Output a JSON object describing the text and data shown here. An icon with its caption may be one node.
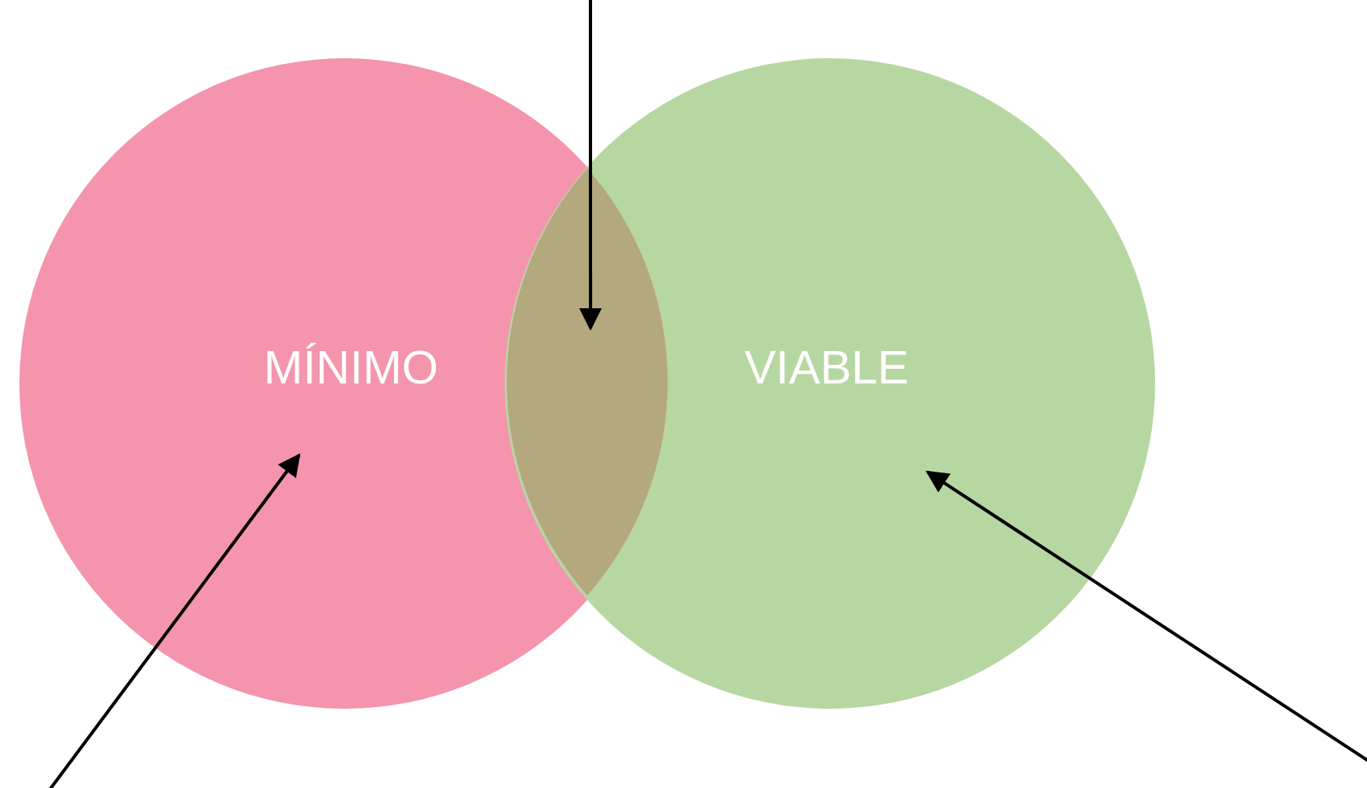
{
  "diagram": {
    "nodes": [
      {
        "text": [
          "MÍNIMO"
        ]
      },
      {
        "text": [
          "VIABLE"
        ]
      },
      {
        "text": [],
        "shape": "lens"
      }
    ],
    "edges": [
      {
        "from": null,
        "to": 2,
        "arrow": "to"
      },
      {
        "from": null,
        "to": 0,
        "arrow": "to"
      },
      {
        "from": null,
        "to": 1,
        "arrow": "to"
      }
    ]
  }
}
